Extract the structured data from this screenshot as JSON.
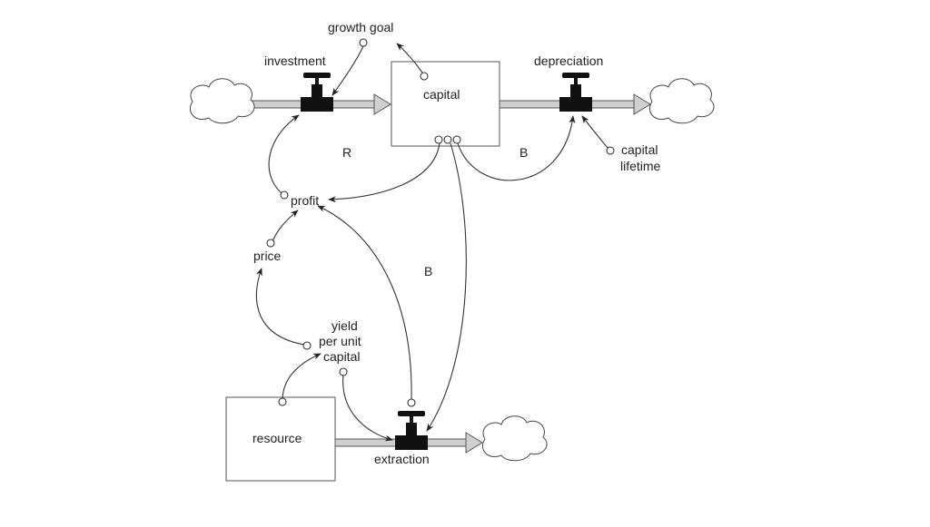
{
  "diagram": {
    "stocks": {
      "capital": "capital",
      "resource": "resource"
    },
    "flows": {
      "investment": "investment",
      "depreciation": "depreciation",
      "extraction": "extraction"
    },
    "auxiliaries": {
      "growth_goal": "growth goal",
      "capital_lifetime_line1": "capital",
      "capital_lifetime_line2": "lifetime",
      "profit": "profit",
      "price": "price",
      "yield_line1": "yield",
      "yield_line2": "per unit",
      "yield_line3": "capital"
    },
    "loops": {
      "reinforcing": "R",
      "balancing_depreciation": "B",
      "balancing_extraction": "B"
    }
  }
}
